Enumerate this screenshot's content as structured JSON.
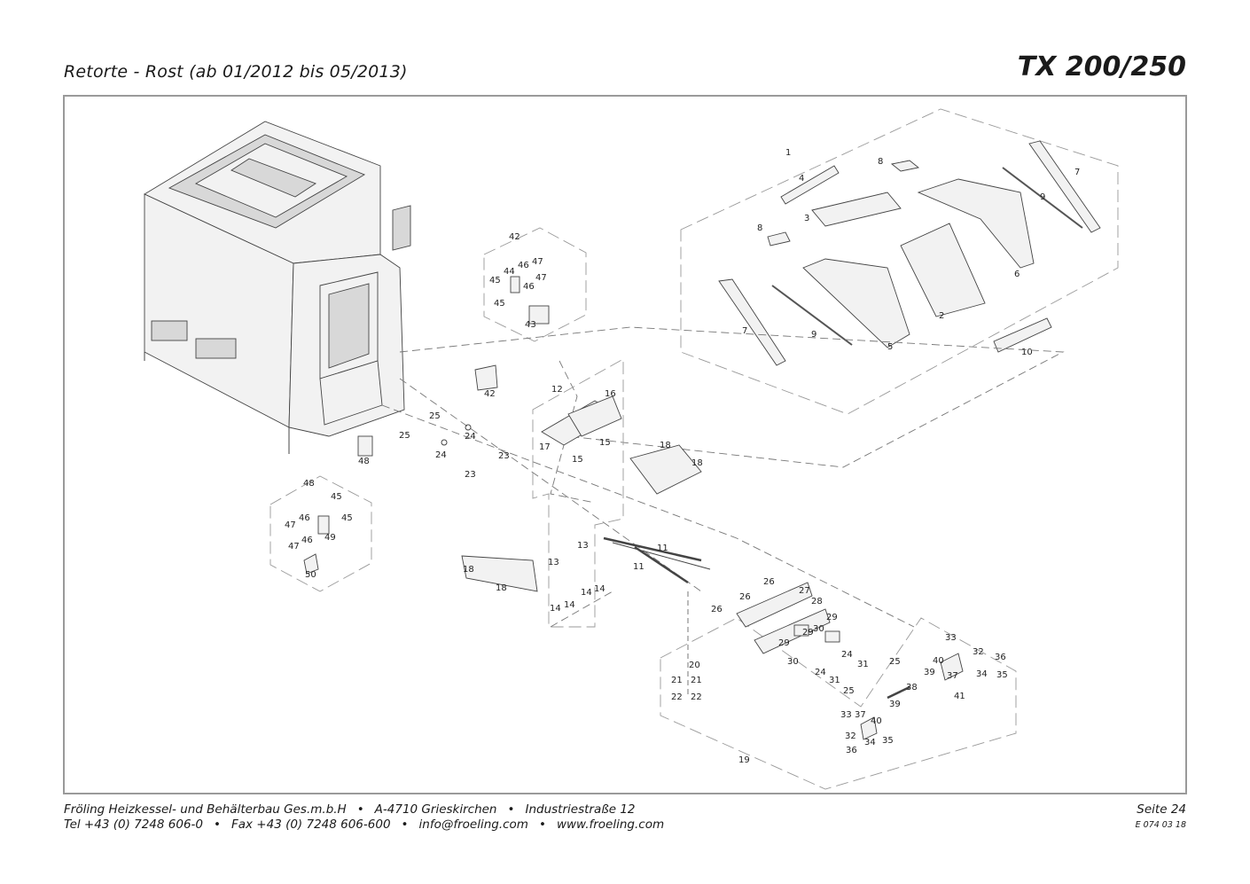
{
  "header": {
    "title": "Retorte - Rost (ab 01/2012 bis 05/2013)",
    "model": "TX 200/250"
  },
  "footer": {
    "company": "Fröling Heizkessel- und Behälterbau Ges.m.b.H",
    "address": "A-4710 Grieskirchen",
    "street": "Industriestraße 12",
    "phone": "Tel +43 (0) 7248 606-0",
    "fax": "Fax +43 (0) 7248 606-600",
    "email": "info@froeling.com",
    "web": "www.froeling.com",
    "page": "Seite 24",
    "doc_no": "E 074 03 18"
  },
  "parts": {
    "grate_group": [
      "1",
      "2",
      "3",
      "4",
      "5",
      "6",
      "7",
      "7",
      "8",
      "8",
      "9",
      "9",
      "10"
    ],
    "group_42": [
      "42",
      "43",
      "44",
      "45",
      "45",
      "46",
      "46",
      "47",
      "47"
    ],
    "group_48": [
      "48",
      "45",
      "45",
      "46",
      "46",
      "47",
      "47",
      "49",
      "50"
    ],
    "main_labels": [
      "42",
      "25",
      "25",
      "24",
      "24",
      "23",
      "23",
      "48",
      "12",
      "16",
      "17",
      "15",
      "15",
      "18",
      "18",
      "11",
      "11",
      "13",
      "13",
      "14",
      "14",
      "14",
      "14",
      "18",
      "18"
    ],
    "drive_labels": [
      "26",
      "26",
      "26",
      "27",
      "28",
      "29",
      "29",
      "29",
      "30",
      "30",
      "24",
      "24",
      "31",
      "31",
      "25",
      "25",
      "33",
      "32",
      "36",
      "40",
      "39",
      "37",
      "34",
      "35",
      "38",
      "41",
      "39",
      "40",
      "33",
      "37",
      "32",
      "34",
      "35",
      "36",
      "20",
      "21",
      "21",
      "22",
      "22",
      "19"
    ]
  }
}
